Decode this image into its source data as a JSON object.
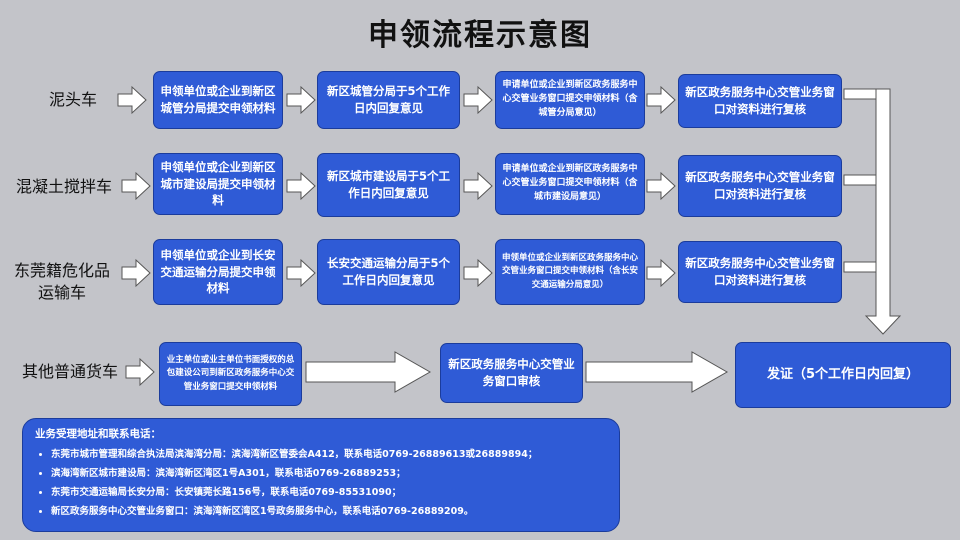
{
  "title": "申领流程示意图",
  "rows": [
    {
      "label": "泥头车",
      "steps": [
        "申领单位或企业到新区城管分局提交申领材料",
        "新区城管分局于5个工作日内回复意见",
        "申请单位或企业到新区政务服务中心交管业务窗口提交申领材料（含城管分局意见）",
        "新区政务服务中心交管业务窗口对资料进行复核"
      ]
    },
    {
      "label": "混凝土搅拌车",
      "steps": [
        "申领单位或企业到新区城市建设局提交申领材料",
        "新区城市建设局于5个工作日内回复意见",
        "申请单位或企业到新区政务服务中心交管业务窗口提交申领材料（含城市建设局意见）",
        "新区政务服务中心交管业务窗口对资料进行复核"
      ]
    },
    {
      "label": "东莞籍危化品运输车",
      "steps": [
        "申领单位或企业到长安交通运输分局提交申领材料",
        "长安交通运输分局于5个工作日内回复意见",
        "申领单位或企业到新区政务服务中心交管业务窗口提交申领材料（含长安交通运输分局意见）",
        "新区政务服务中心交管业务窗口对资料进行复核"
      ]
    },
    {
      "label": "其他普通货车",
      "steps": [
        "业主单位或业主单位书面授权的总包建设公司到新区政务服务中心交管业务窗口提交申领材料",
        "新区政务服务中心交管业务窗口审核"
      ]
    }
  ],
  "final": "发证（5个工作日内回复）",
  "info": {
    "title": "业务受理地址和联系电话：",
    "items": [
      "东莞市城市管理和综合执法局滨海湾分局：滨海湾新区管委会A412，联系电话0769-26889613或26889894；",
      "滨海湾新区城市建设局：滨海湾新区湾区1号A301，联系电话0769-26889253；",
      "东莞市交通运输局长安分局：长安镇莞长路156号，联系电话0769-85531090；",
      "新区政务服务中心交管业务窗口：滨海湾新区湾区1号政务服务中心，联系电话0769-26889209。"
    ]
  },
  "colors": {
    "box": "#2f5bd6",
    "background": "#c3c4c9",
    "arrow": "#ffffff"
  }
}
